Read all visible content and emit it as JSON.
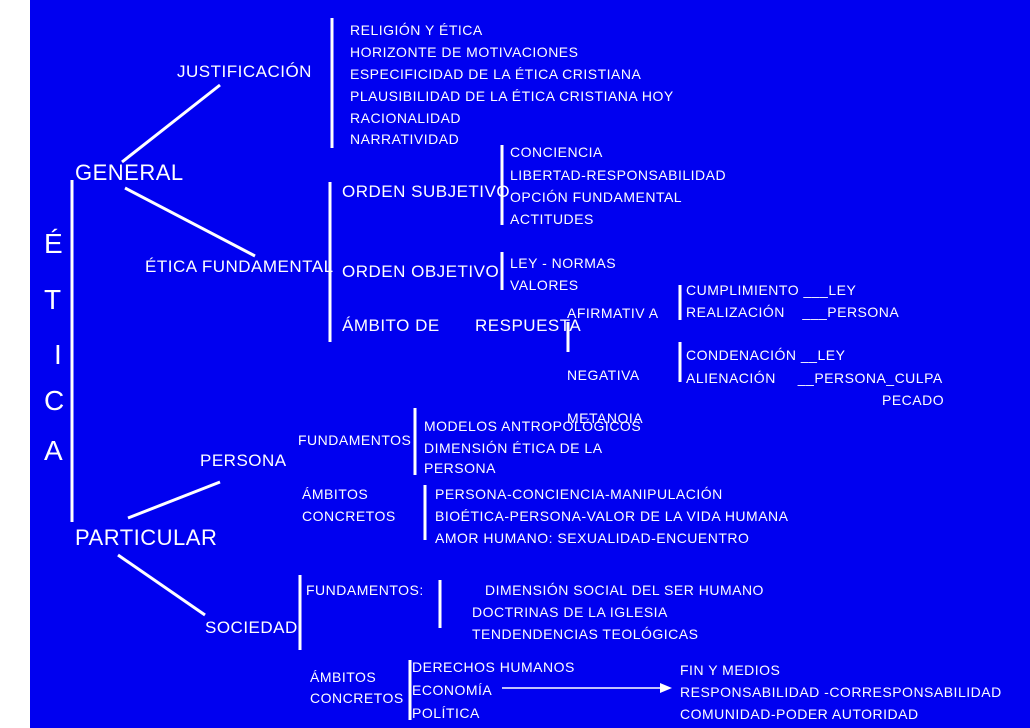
{
  "colors": {
    "background": "#0000f0",
    "foreground": "#ffffff"
  },
  "vertical_title": [
    "É",
    "T",
    "I",
    "C",
    "A"
  ],
  "general": {
    "label": "GENERAL",
    "justificacion": {
      "label": "JUSTIFICACIÓN",
      "items": [
        "RELIGIÓN Y ÉTICA",
        "HORIZONTE DE MOTIVACIONES",
        "ESPECIFICIDAD DE LA ÉTICA CRISTIANA",
        "PLAUSIBILIDAD DE LA ÉTICA CRISTIANA HOY",
        "RACIONALIDAD",
        "NARRATIVIDAD"
      ]
    },
    "etica_fundamental": {
      "label": "ÉTICA FUNDAMENTAL",
      "orden_subjetivo": {
        "label": "ORDEN SUBJETIVO",
        "items": [
          "CONCIENCIA",
          "LIBERTAD-RESPONSABILIDAD",
          "OPCIÓN FUNDAMENTAL",
          "ACTITUDES"
        ]
      },
      "orden_objetivo": {
        "label": "ORDEN OBJETIVO",
        "items": [
          "LEY -  NORMAS",
          "VALORES"
        ]
      },
      "ambito": {
        "label_a": "ÁMBITO DE",
        "label_b": "RESPUESTA",
        "afirmativa": "AFIRMATIV A",
        "negativa": "NEGATIVA",
        "metanoia": "METANOIA",
        "afirmativa_items": [
          "CUMPLIMIENTO ___LEY",
          "REALIZACIÓN    ___PERSONA"
        ],
        "negativa_items": [
          "CONDENACIÓN __LEY",
          "ALIENACIÓN     __PERSONA_CULPA"
        ],
        "pecado": "PECADO"
      }
    }
  },
  "particular": {
    "label": "PARTICULAR",
    "persona": {
      "label": "PERSONA",
      "fundamentos_label": "FUNDAMENTOS",
      "fundamentos_items": [
        "MODELOS ANTROPOLÓGICOS",
        "DIMENSIÓN ÉTICA DE LA",
        "PERSONA"
      ],
      "ambitos_label_1": "ÁMBITOS",
      "ambitos_label_2": "CONCRETOS",
      "ambitos_items": [
        "PERSONA-CONCIENCIA-MANIPULACIÓN",
        "BIOÉTICA-PERSONA-VALOR DE LA VIDA HUMANA",
        "AMOR HUMANO: SEXUALIDAD-ENCUENTRO"
      ]
    },
    "sociedad": {
      "label": "SOCIEDAD",
      "fundamentos_label": "FUNDAMENTOS:",
      "fundamentos_items": [
        "DIMENSIÓN SOCIAL DEL SER HUMANO",
        "DOCTRINAS DE LA IGLESIA",
        "TENDENDENCIAS TEOLÓGICAS"
      ],
      "ambitos_label_1": "ÁMBITOS",
      "ambitos_label_2": "CONCRETOS",
      "ambitos_items": [
        "DERECHOS HUMANOS",
        "ECONOMÍA",
        "POLÍTICA"
      ],
      "right_items": [
        "FIN Y MEDIOS",
        "RESPONSABILIDAD -CORRESPONSABILIDAD",
        "COMUNIDAD-PODER AUTORIDAD"
      ]
    }
  }
}
